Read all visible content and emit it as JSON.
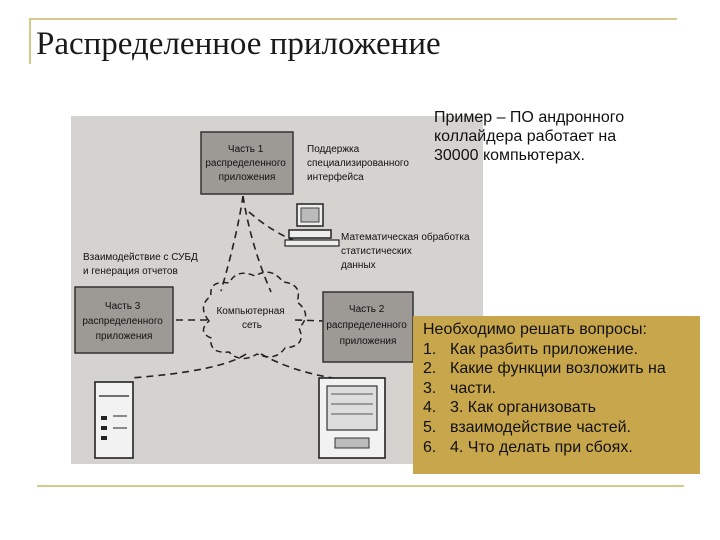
{
  "slide": {
    "title": "Распределенное приложение"
  },
  "example_text": {
    "lines": [
      "Пример – ПО андронного",
      "коллайдера работает на",
      "30000 компьютерах."
    ]
  },
  "questions": {
    "heading": "Необходимо решать вопросы:",
    "items": [
      {
        "num": "1.",
        "text": "Как разбить приложение."
      },
      {
        "num": "2.",
        "text": "Какие функции возложить на"
      },
      {
        "num": "3.",
        "text": "части."
      },
      {
        "num": "4.",
        "text": "3. Как организовать"
      },
      {
        "num": "5.",
        "text": "взаимодействие частей."
      },
      {
        "num": "6.",
        "text": "4. Что делать при сбоях."
      }
    ]
  },
  "diagram": {
    "part1": {
      "lines": [
        "Часть 1",
        "распределенного",
        "приложения"
      ]
    },
    "part2": {
      "lines": [
        "Часть 2",
        "распределенного",
        "приложения"
      ]
    },
    "part3": {
      "lines": [
        "Часть 3",
        "распределенного",
        "приложения"
      ]
    },
    "network": {
      "lines": [
        "Компьютерная",
        "сеть"
      ]
    },
    "support_label": {
      "lines": [
        "Поддержка",
        "специализированного",
        "интерфейса"
      ]
    },
    "math_label": {
      "lines": [
        "Математическая обработка",
        "статистических",
        "данных"
      ]
    },
    "dbms_label": {
      "lines": [
        "Взаимодействие с СУБД",
        "и генерация отчетов"
      ]
    }
  }
}
